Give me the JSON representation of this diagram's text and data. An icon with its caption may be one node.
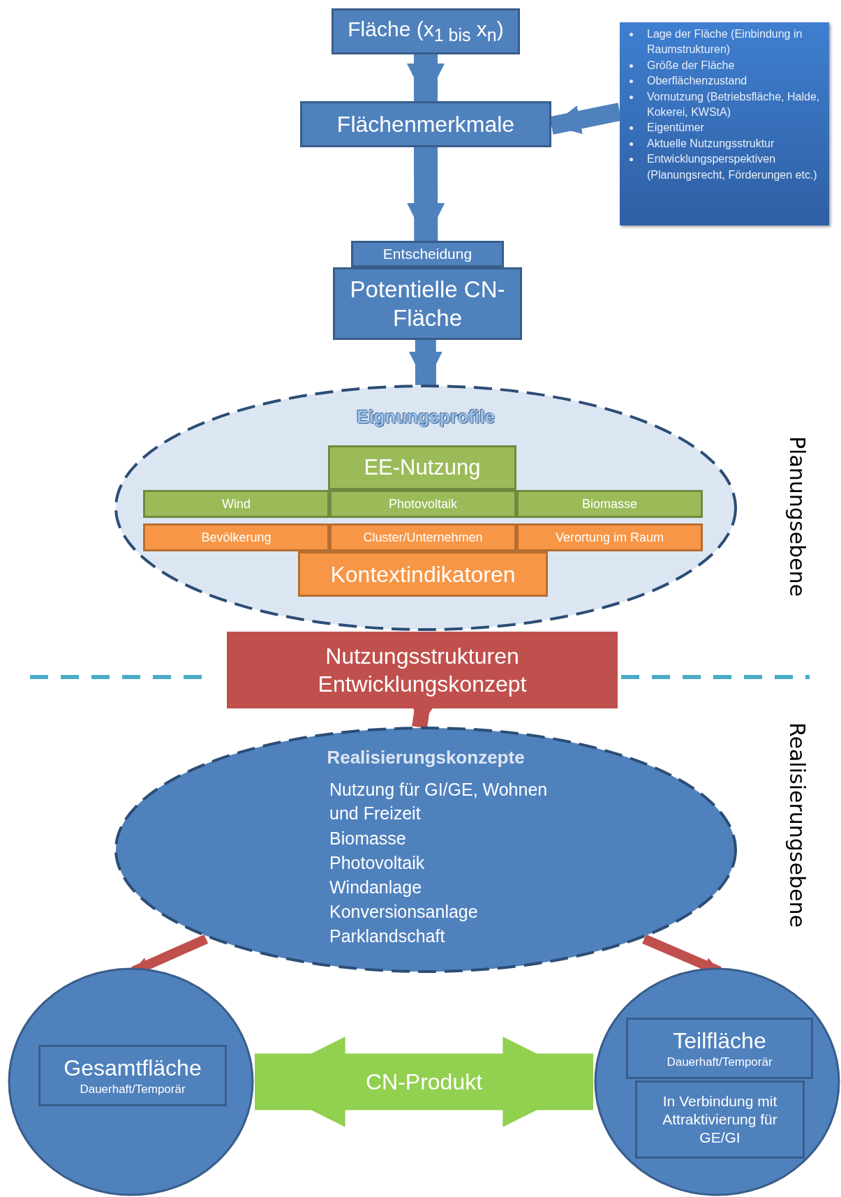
{
  "diagram": {
    "nodes": [
      {
        "text": [
          "Fläche (x$_{1 bis}$ x$_{n}$)"
        ]
      },
      {
        "text": [
          "Flächenmerkmale"
        ]
      },
      {
        "text": [
          "Lage der Fläche (Einbindung in Raumstrukturen)",
          "Größe der Fläche",
          "Oberflächenzustand",
          "Vornutzung (Betriebsfläche, Halde, Kokerei, KWStA)",
          "Eigentümer",
          "Aktuelle Nutzungsstruktur",
          "Entwicklungsperspektiven (Planungsrecht, Förderungen etc.)"
        ]
      },
      {
        "text": [
          "Entscheidung"
        ]
      },
      {
        "text": [
          "Potentielle CN-Fläche"
        ]
      },
      {
        "text": [
          "Eignungsprofile"
        ]
      },
      {
        "text": [
          "EE-Nutzung"
        ],
        "in": 5
      },
      {
        "text": [
          "Wind"
        ],
        "in": 5
      },
      {
        "text": [
          "Photovoltaik"
        ],
        "in": 5
      },
      {
        "text": [
          "Biomasse"
        ],
        "in": 5
      },
      {
        "text": [
          "Bevölkerung"
        ],
        "in": 5
      },
      {
        "text": [
          "Cluster/Unternehmen"
        ],
        "in": 5
      },
      {
        "text": [
          "Verortung im Raum"
        ],
        "in": 5
      },
      {
        "text": [
          "Kontextindikatoren"
        ],
        "in": 5
      },
      {
        "text": [
          "Nutzungsstrukturen Entwicklungskonzept"
        ]
      },
      {
        "text": [
          "Realisierungskonzepte",
          "Nutzung für GI/GE, Wohnen und Freizeit",
          "Biomasse",
          "Photovoltaik",
          "Windanlage",
          "Konversionsanlage",
          "Parklandschaft"
        ]
      },
      {
        "text": [],
        "shape": "circle"
      },
      {
        "text": [
          "Gesamtfläche",
          "Dauerhaft/Temporär"
        ],
        "in": 16
      },
      {
        "text": [],
        "shape": "circle"
      },
      {
        "text": [
          "Teilfläche",
          "Dauerhaft/Temporär"
        ],
        "in": 18
      },
      {
        "text": [
          "In Verbindung mit Attraktivierung für GE/GI"
        ],
        "in": 18
      }
    ],
    "edges": [
      {
        "from": 0,
        "to": 1,
        "arrow": "to"
      },
      {
        "from": 2,
        "to": 1,
        "arrow": "to"
      },
      {
        "from": 1,
        "to": 3,
        "arrow": "to"
      },
      {
        "from": 4,
        "to": 5,
        "arrow": "to"
      },
      {
        "from": 14,
        "to": 15,
        "arrow": "to",
        "color": "#c0504d"
      },
      {
        "from": 15,
        "to": 16,
        "arrow": "to",
        "color": "#c0504d"
      },
      {
        "from": 15,
        "to": 18,
        "arrow": "to",
        "color": "#c0504d"
      },
      {
        "from": 16,
        "to": 18,
        "label": "CN-Produkt",
        "arrow": "both",
        "style": "thick",
        "color": "#92d050"
      }
    ],
    "labels": [
      "Planungsebene",
      "Realisierungsebene"
    ]
  }
}
